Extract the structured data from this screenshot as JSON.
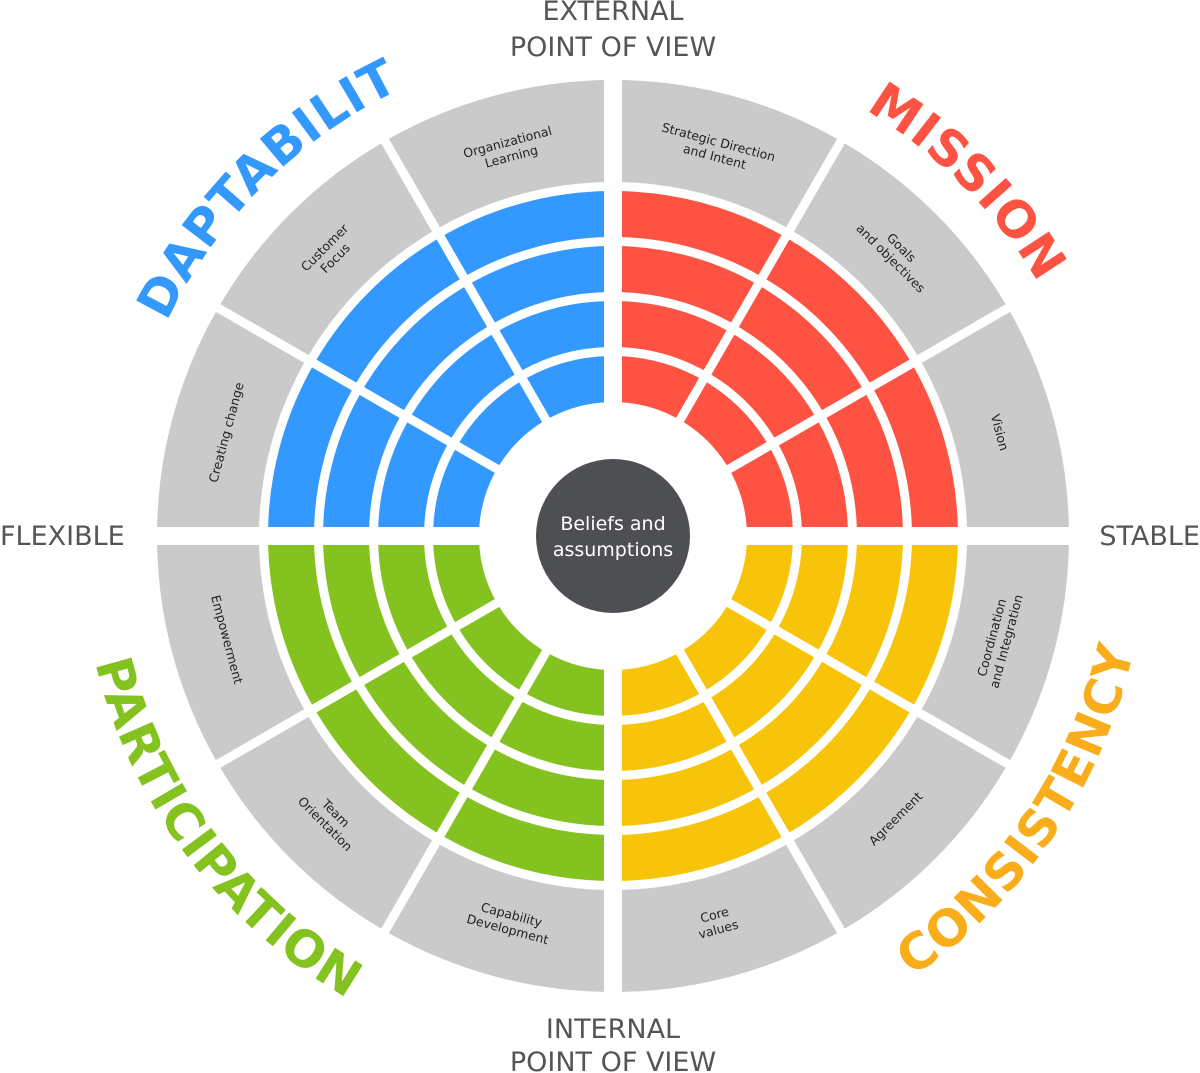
{
  "axes": {
    "top": [
      "EXTERNAL",
      "POINT OF VIEW"
    ],
    "bottom": [
      "INTERNAL",
      "POINT OF VIEW"
    ],
    "left": "FLEXIBLE",
    "right": "STABLE"
  },
  "center": {
    "lines": [
      "Beliefs and",
      "assumptions"
    ],
    "color": "#4e4f53"
  },
  "quadrants": [
    {
      "id": "mission",
      "label": "MISSION",
      "color": "#fe5242"
    },
    {
      "id": "consistency",
      "label": "CONSISTENCY",
      "color": "#f8c409"
    },
    {
      "id": "participation",
      "label": "PARTICIPATION",
      "color": "#84c21f"
    },
    {
      "id": "adaptability",
      "label": "ADAPTABILITY",
      "color": "#3399ff"
    }
  ],
  "quadrant_label_colors": {
    "mission": "#fe5242",
    "consistency": "#f9ad1b",
    "participation": "#84c21f",
    "adaptability": "#3399ff"
  },
  "outer_ring_color": "#cacaca",
  "segments": [
    {
      "quadrant": "mission",
      "lines": [
        "Strategic Direction",
        "and Intent"
      ]
    },
    {
      "quadrant": "mission",
      "lines": [
        "Goals",
        "and objectives"
      ]
    },
    {
      "quadrant": "mission",
      "lines": [
        "Vision"
      ]
    },
    {
      "quadrant": "consistency",
      "lines": [
        "Coordination",
        "and Integration"
      ]
    },
    {
      "quadrant": "consistency",
      "lines": [
        "Agreement"
      ]
    },
    {
      "quadrant": "consistency",
      "lines": [
        "Core",
        "values"
      ]
    },
    {
      "quadrant": "participation",
      "lines": [
        "Capability",
        "Development"
      ]
    },
    {
      "quadrant": "participation",
      "lines": [
        "Team",
        "Orientation"
      ]
    },
    {
      "quadrant": "participation",
      "lines": [
        "Empowerment"
      ]
    },
    {
      "quadrant": "adaptability",
      "lines": [
        "Creating change"
      ]
    },
    {
      "quadrant": "adaptability",
      "lines": [
        "Customer",
        "Focus"
      ]
    },
    {
      "quadrant": "adaptability",
      "lines": [
        "Organizational",
        "Learning"
      ]
    }
  ],
  "inner_rings": 4
}
